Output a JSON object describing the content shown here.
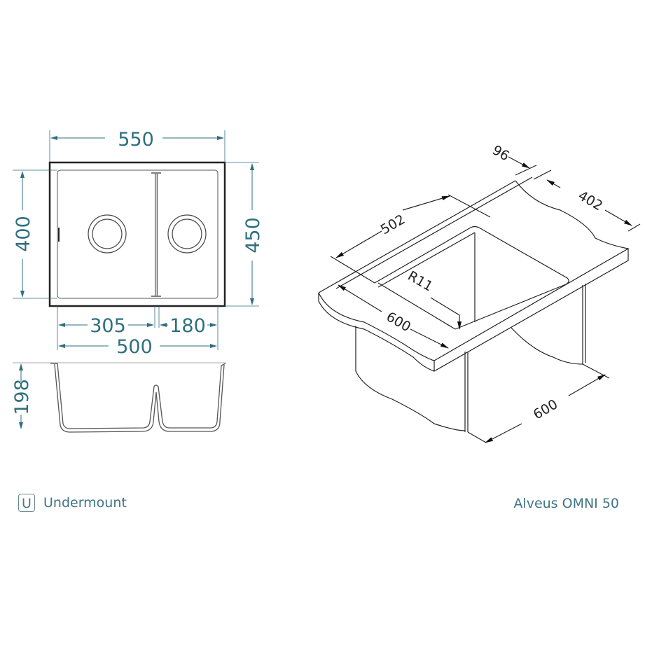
{
  "colors": {
    "dimension": "#2f6f7f",
    "outline": "#222222",
    "background": "#ffffff"
  },
  "top_view": {
    "overall_width": "550",
    "overall_height": "450",
    "inner_height": "400",
    "left_bowl_width": "305",
    "right_bowl_width": "180",
    "inner_width": "500"
  },
  "side_view": {
    "depth": "198"
  },
  "iso_view": {
    "sink_rim_width": "96",
    "cabinet_side": "402",
    "cutout_length": "502",
    "corner_radius": "R11",
    "counter_depth": "600",
    "cabinet_width": "600"
  },
  "footer": {
    "mount_icon": "U",
    "mount_type": "Undermount",
    "model": "Alveus OMNI 50"
  }
}
